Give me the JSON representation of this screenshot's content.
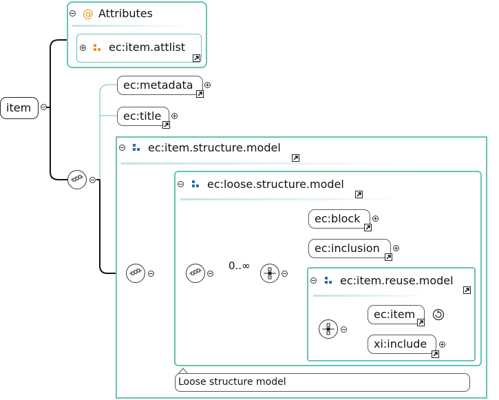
{
  "root": {
    "label": "item"
  },
  "attributes": {
    "title": "Attributes",
    "at_symbol": "@",
    "attlist": "ec:item.attlist"
  },
  "elements": {
    "metadata": "ec:metadata",
    "title": "ec:title"
  },
  "item_structure_model": {
    "title": "ec:item.structure.model"
  },
  "loose_structure_model": {
    "title": "ec:loose.structure.model",
    "cardinality": "0..∞",
    "children": {
      "block": "ec:block",
      "inclusion": "ec:inclusion"
    },
    "tooltip": "Loose structure model"
  },
  "item_reuse_model": {
    "title": "ec:item.reuse.model",
    "children": {
      "item": "ec:item",
      "include": "xi:include"
    }
  },
  "colors": {
    "group_border": "#67c2b4",
    "attribute_icon": "#e29a1b",
    "group_icon": "#2a69b0"
  },
  "icons": [
    "collapse-icon",
    "expand-icon",
    "jump-to-definition-icon",
    "sequence-compositor-icon",
    "choice-compositor-icon",
    "recursion-icon"
  ]
}
